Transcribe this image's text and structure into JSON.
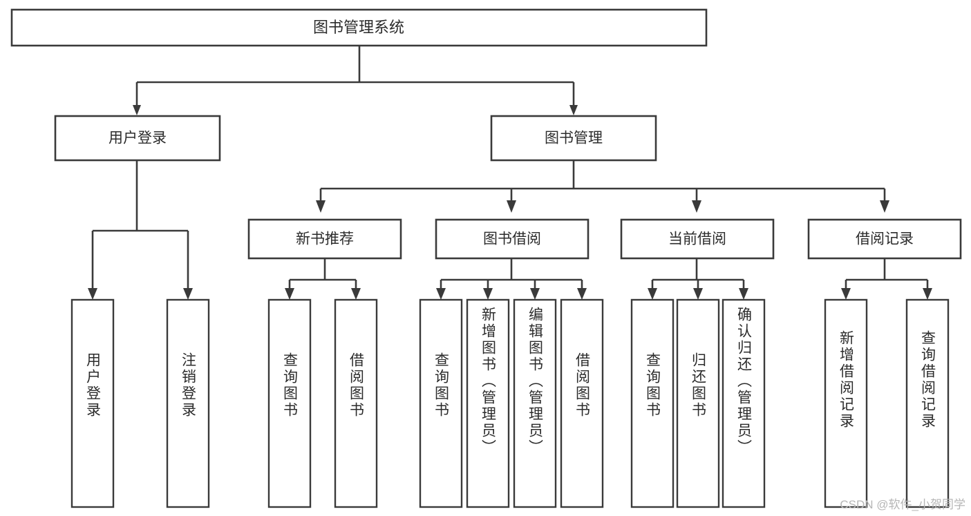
{
  "diagram": {
    "type": "tree",
    "title": "图书管理系统",
    "root": {
      "label": "图书管理系统"
    },
    "level1": [
      {
        "label": "用户登录"
      },
      {
        "label": "图书管理"
      }
    ],
    "level2": [
      {
        "label": "新书推荐"
      },
      {
        "label": "图书借阅"
      },
      {
        "label": "当前借阅"
      },
      {
        "label": "借阅记录"
      }
    ],
    "leaves": {
      "user_login": [
        {
          "label": "用户登录"
        },
        {
          "label": "注销登录"
        }
      ],
      "new_book_recommend": [
        {
          "label": "查询图书"
        },
        {
          "label": "借阅图书"
        }
      ],
      "book_borrow": [
        {
          "label": "查询图书"
        },
        {
          "label": "新增图书（管理员）"
        },
        {
          "label": "编辑图书（管理员）"
        },
        {
          "label": "借阅图书"
        }
      ],
      "current_borrow": [
        {
          "label": "查询图书"
        },
        {
          "label": "归还图书"
        },
        {
          "label": "确认归还（管理员）"
        }
      ],
      "borrow_record": [
        {
          "label": "新增借阅记录"
        },
        {
          "label": "查询借阅记录"
        }
      ]
    }
  },
  "watermark": {
    "text": "CSDN @软件_小贺同学"
  },
  "colors": {
    "stroke": "#3a3a3a",
    "text": "#2b2b2b",
    "background": "#ffffff",
    "watermark": "#b6b6b6"
  }
}
